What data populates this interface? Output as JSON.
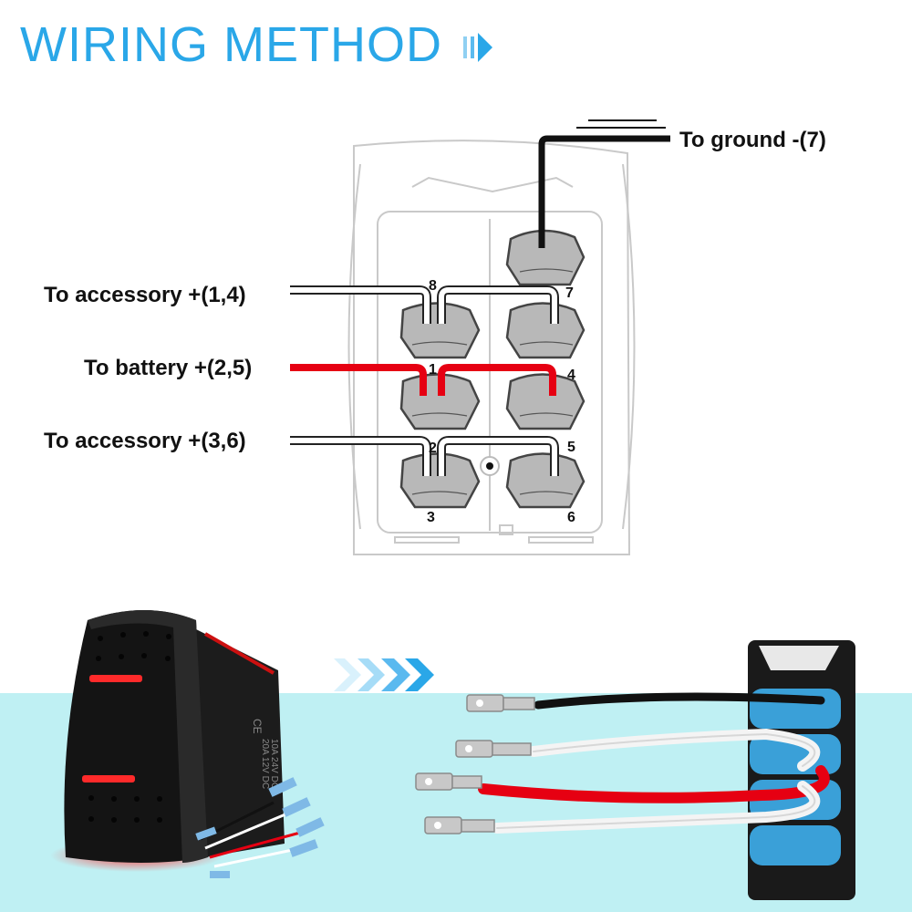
{
  "title": "WIRING METHOD",
  "labels": {
    "ground": "To ground -(7)",
    "acc14": "To accessory +(1,4)",
    "battery": "To battery +(2,5)",
    "acc36": "To accessory +(3,6)"
  },
  "pins": [
    "8",
    "7",
    "1",
    "4",
    "2",
    "5",
    "3",
    "6"
  ],
  "switch_markings": {
    "certification": "CE",
    "rating_1": "20A 12V DC",
    "rating_2": "10A 24V DC"
  },
  "colors": {
    "title": "#2aa7e8",
    "battery_wire": "#e60012",
    "ground_wire": "#111111",
    "accessory_wire": "#ffffff",
    "cyan_background": "#bff0f3",
    "rocker_led": "#ff2020"
  }
}
